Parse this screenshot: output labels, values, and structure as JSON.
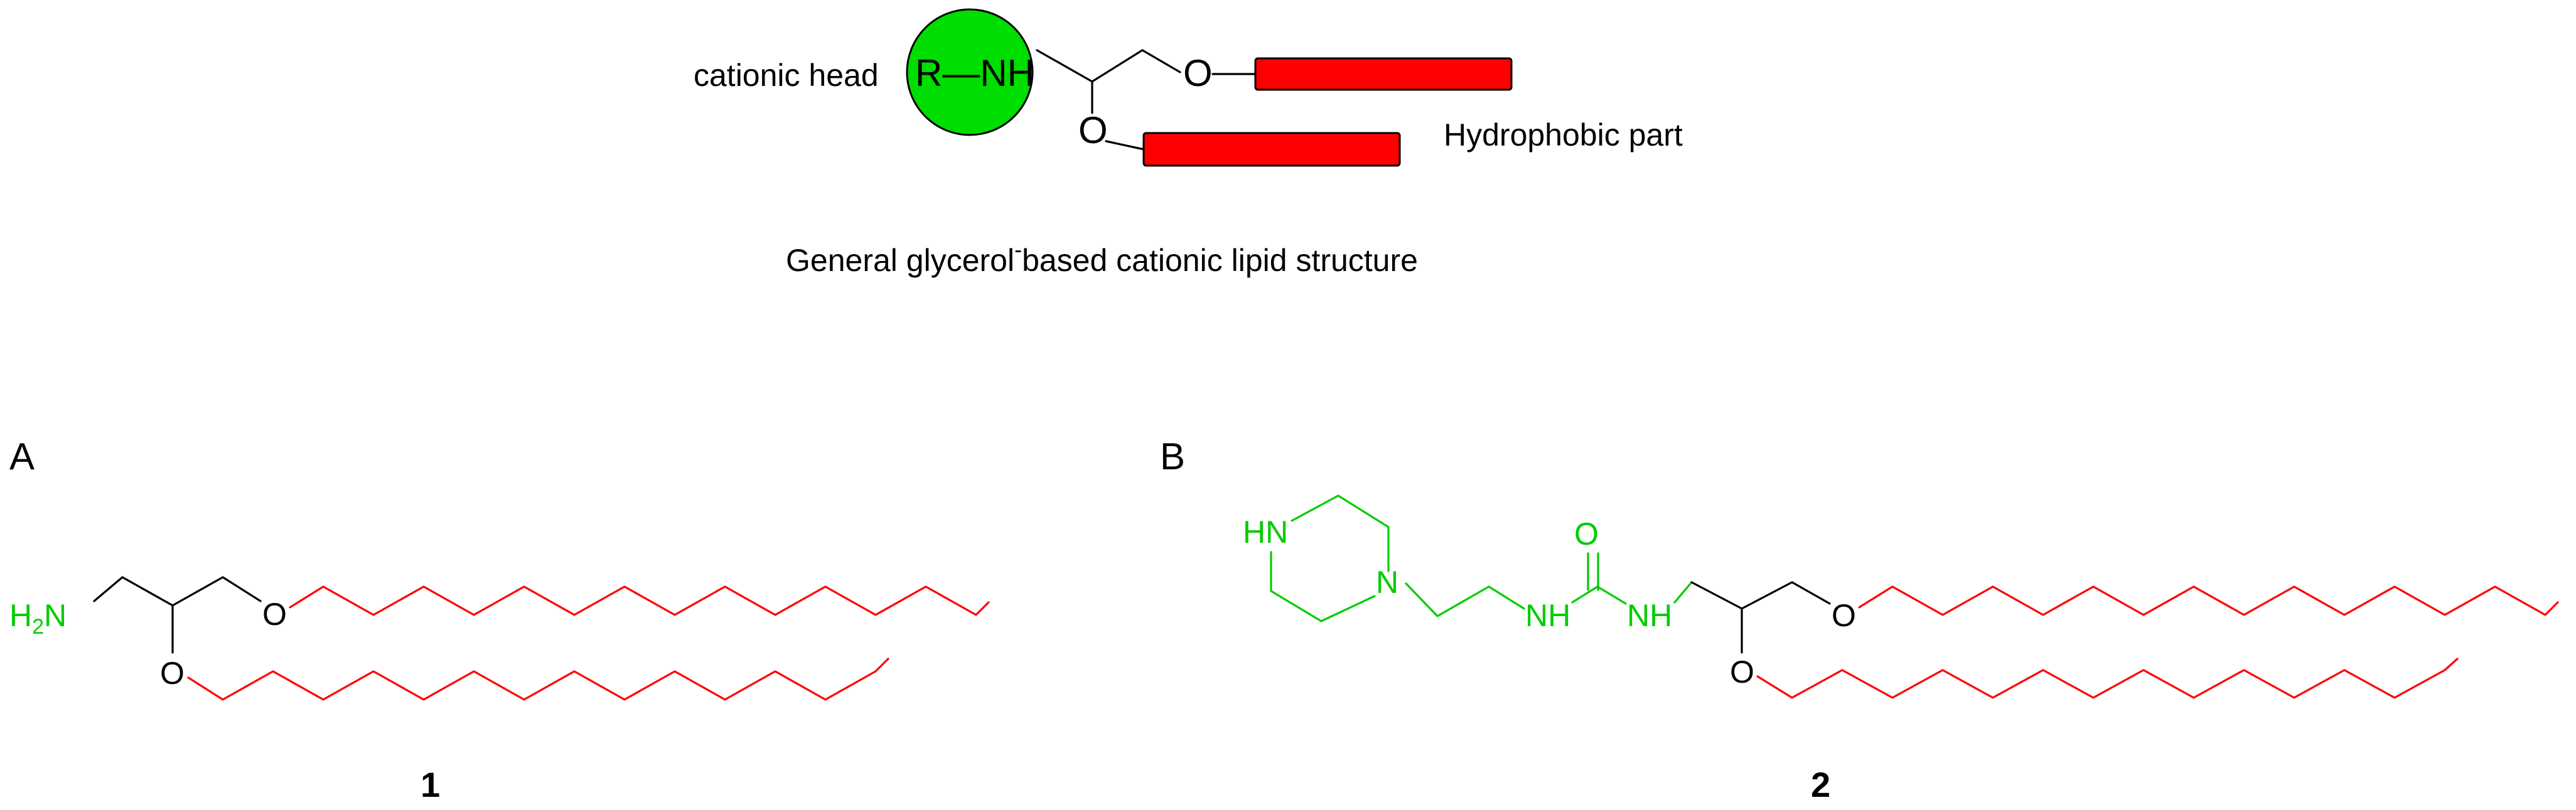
{
  "colors": {
    "bond": "#000000",
    "hydrophobic": "#ff0000",
    "cationic_head": "#00cc00",
    "head_circle_fill": "#00dd00"
  },
  "top_schematic": {
    "cationic_head_label": "cationic head",
    "head_group": "R—NH",
    "ether_oxygen_1": "O",
    "ether_oxygen_2": "O",
    "hydrophobic_label": "Hydrophobic part",
    "caption_part1": "General glycerol",
    "caption_superscript": "-",
    "caption_part2": "based cationic lipid structure"
  },
  "panel_a": {
    "label": "A",
    "amine": "H",
    "amine_sub": "2",
    "amine_n": "N",
    "ether_oxygen_1": "O",
    "ether_oxygen_2": "O",
    "compound_number": "1"
  },
  "panel_b": {
    "label": "B",
    "piperazine_nh": "HN",
    "piperazine_n": "N",
    "urea_nh_1": "NH",
    "urea_o": "O",
    "urea_nh_2": "NH",
    "ether_oxygen_1": "O",
    "ether_oxygen_2": "O",
    "compound_number": "2"
  }
}
